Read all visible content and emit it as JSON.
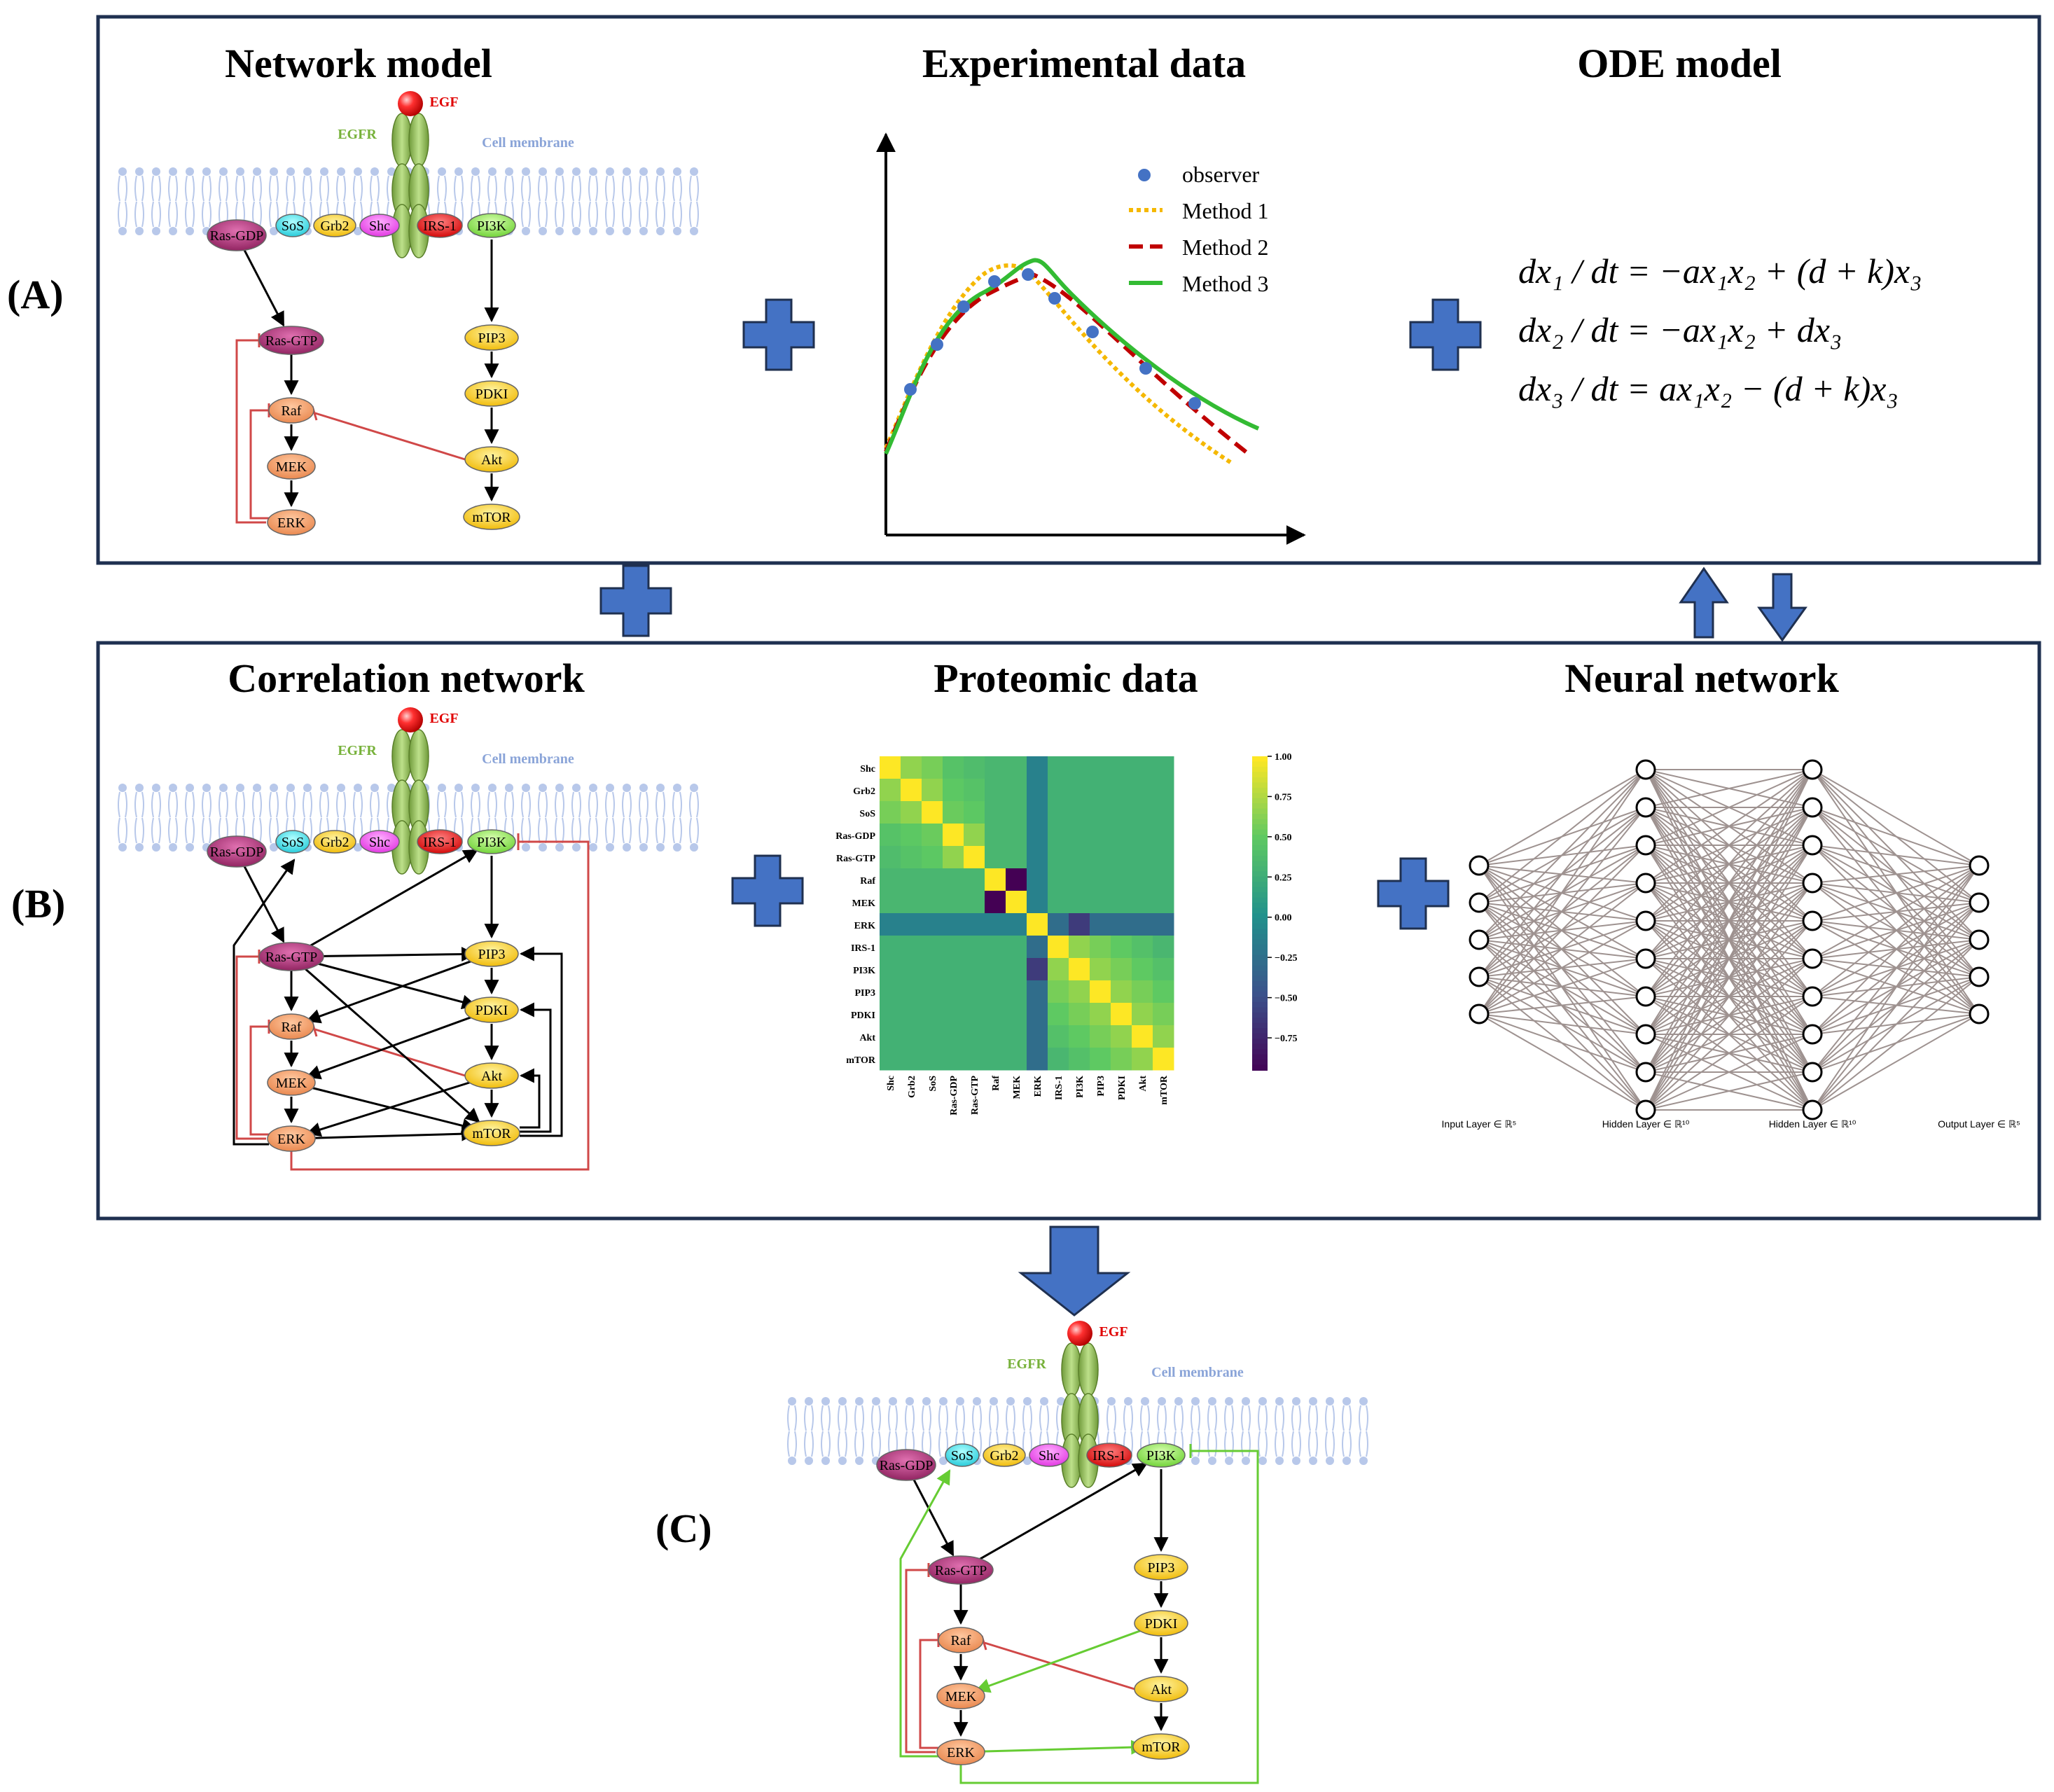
{
  "panels": {
    "A": {
      "label": "(A)",
      "titles": {
        "network": "Network model",
        "experimental": "Experimental data",
        "ode": "ODE model"
      }
    },
    "B": {
      "label": "(B)",
      "titles": {
        "correlation": "Correlation network",
        "proteomic": "Proteomic data",
        "neural": "Neural network"
      }
    },
    "C": {
      "label": "(C)"
    }
  },
  "pathway": {
    "ligand": "EGF",
    "receptor": "EGFR",
    "membrane": "Cell membrane",
    "nodes": {
      "rasgdp": "Ras-GDP",
      "sos": "SoS",
      "grb2": "Grb2",
      "shc": "Shc",
      "irs1": "IRS-1",
      "pi3k": "PI3K",
      "rasgtp": "Ras-GTP",
      "raf": "Raf",
      "mek": "MEK",
      "erk": "ERK",
      "pip3": "PIP3",
      "pdki": "PDKI",
      "akt": "Akt",
      "mtor": "mTOR"
    }
  },
  "experimental_chart": {
    "legend": [
      "observer",
      "Method 1",
      "Method 2",
      "Method 3"
    ],
    "colors": {
      "observer": "#4472C4",
      "method1": "#F5B800",
      "method2": "#C00000",
      "method3": "#33BB33"
    }
  },
  "ode": {
    "equations": [
      {
        "lhs": "dx₁ / dt",
        "rhs": "= −ax₁x₂ + (d + k)x₃"
      },
      {
        "lhs": "dx₂ / dt",
        "rhs": "= −ax₁x₂ + dx₃"
      },
      {
        "lhs": "dx₃ / dt",
        "rhs": "= ax₁x₂ − (d + k)x₃"
      }
    ]
  },
  "heatmap": {
    "labels": [
      "Shc",
      "Grb2",
      "SoS",
      "Ras-GDP",
      "Ras-GTP",
      "Raf",
      "MEK",
      "ERK",
      "IRS-1",
      "PI3K",
      "PIP3",
      "PDKI",
      "Akt",
      "mTOR"
    ],
    "colorbar_ticks": [
      "1.00",
      "0.75",
      "0.50",
      "0.25",
      "0.00",
      "−0.25",
      "−0.50",
      "−0.75"
    ],
    "colormap": "viridis"
  },
  "neural_network": {
    "layers": [
      {
        "label": "Input Layer ∈ ℝ⁵",
        "nodes": 5
      },
      {
        "label": "Hidden Layer ∈ ℝ¹⁰",
        "nodes": 10
      },
      {
        "label": "Hidden Layer ∈ ℝ¹⁰",
        "nodes": 10
      },
      {
        "label": "Output Layer ∈ ℝ⁵",
        "nodes": 5
      }
    ]
  },
  "colors": {
    "frame": "#1F3050",
    "plus": "#4472C4",
    "inhibit": "#D04848",
    "activate_green": "#66CC33"
  }
}
